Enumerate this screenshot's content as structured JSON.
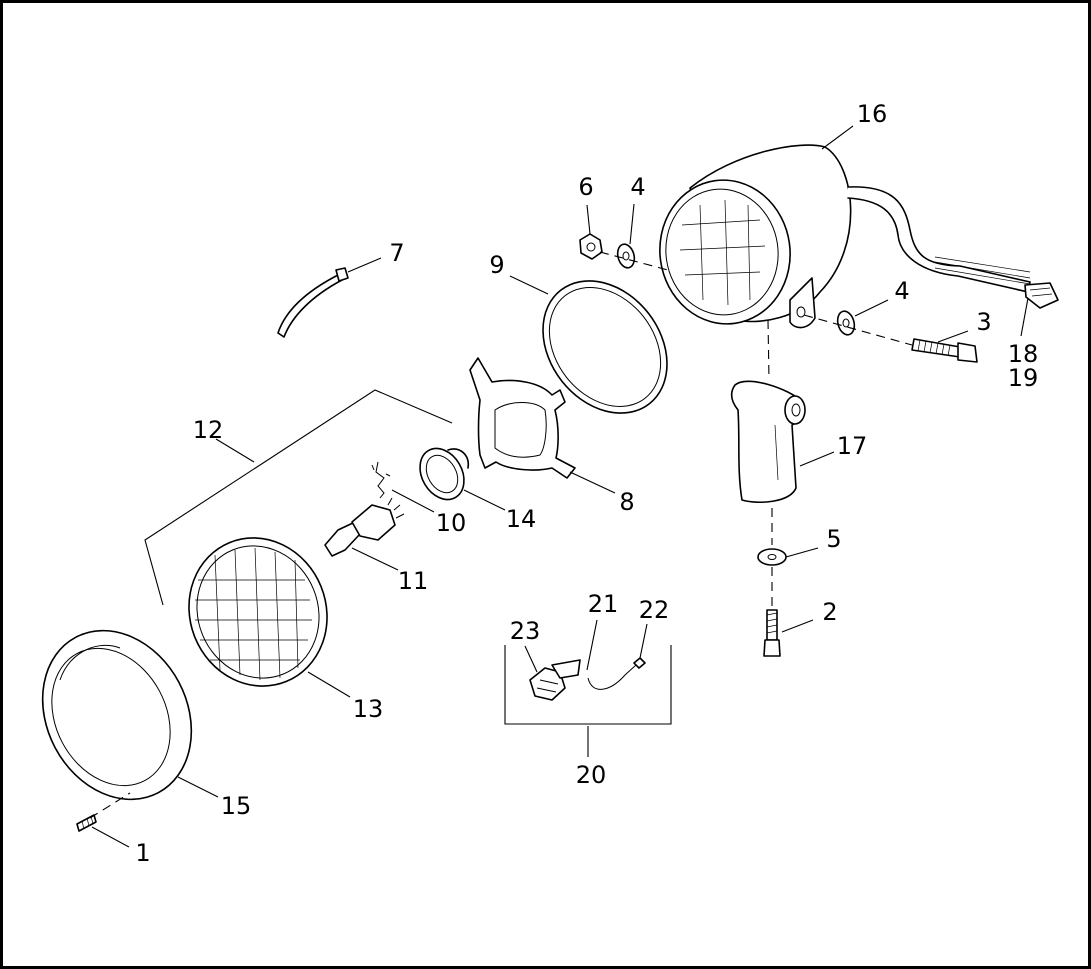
{
  "callouts": {
    "p1": "1",
    "p2": "2",
    "p3": "3",
    "p4a": "4",
    "p4b": "4",
    "p5": "5",
    "p6": "6",
    "p7": "7",
    "p8": "8",
    "p9": "9",
    "p10": "10",
    "p11": "11",
    "p12": "12",
    "p13": "13",
    "p14": "14",
    "p15": "15",
    "p16": "16",
    "p17": "17",
    "p18": "18",
    "p19": "19",
    "p20": "20",
    "p21": "21",
    "p22": "22",
    "p23": "23"
  }
}
